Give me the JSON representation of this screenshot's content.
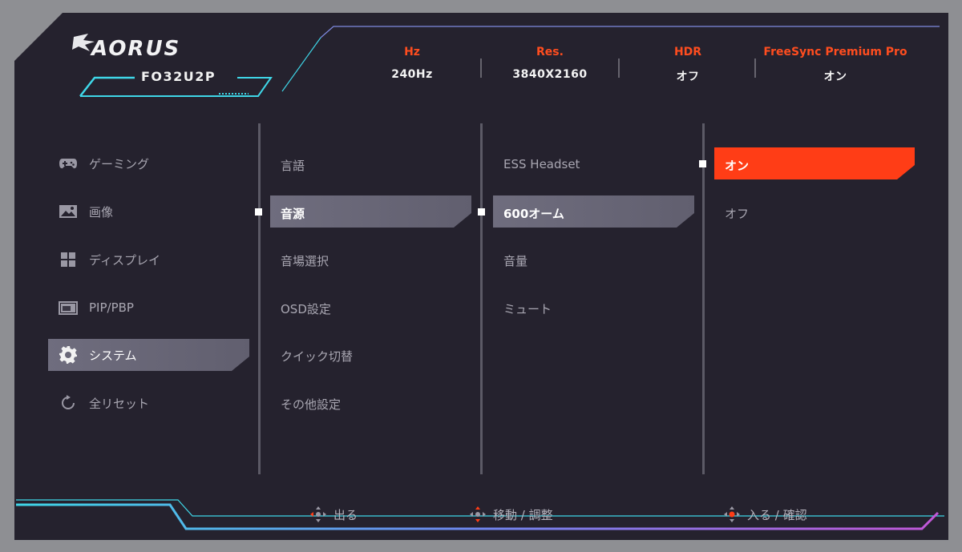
{
  "brand": {
    "logo_text": "AORUS",
    "model": "FO32U2P"
  },
  "status": [
    {
      "key": "Hz",
      "value": "240Hz"
    },
    {
      "key": "Res.",
      "value": "3840X2160"
    },
    {
      "key": "HDR",
      "value": "オフ"
    },
    {
      "key": "FreeSync Premium Pro",
      "value": "オン"
    }
  ],
  "main_menu": [
    {
      "label": "ゲーミング",
      "icon": "gamepad-icon"
    },
    {
      "label": "画像",
      "icon": "picture-icon"
    },
    {
      "label": "ディスプレイ",
      "icon": "grid-icon"
    },
    {
      "label": "PIP/PBP",
      "icon": "pip-icon"
    },
    {
      "label": "システム",
      "icon": "gear-icon",
      "selected": true
    },
    {
      "label": "全リセット",
      "icon": "reset-icon"
    }
  ],
  "sub_menu": [
    {
      "label": "言語"
    },
    {
      "label": "音源",
      "selected": true
    },
    {
      "label": "音場選択"
    },
    {
      "label": "OSD設定"
    },
    {
      "label": "クイック切替"
    },
    {
      "label": "その他設定"
    }
  ],
  "sound_source_options": [
    {
      "label": "ESS Headset"
    },
    {
      "label": "600オーム",
      "selected": true
    },
    {
      "label": "音量"
    },
    {
      "label": "ミュート"
    }
  ],
  "value_options": [
    {
      "label": "オン",
      "selected": true
    },
    {
      "label": "オフ"
    }
  ],
  "footer": [
    {
      "label": "出る",
      "icon": "joystick-left-icon"
    },
    {
      "label": "移動 / 調整",
      "icon": "joystick-move-icon"
    },
    {
      "label": "入る / 確認",
      "icon": "joystick-press-icon"
    }
  ],
  "colors": {
    "accent": "#ff3d16",
    "cyan": "#3fd7e8",
    "purple": "#b455d8",
    "background": "#25222e"
  }
}
